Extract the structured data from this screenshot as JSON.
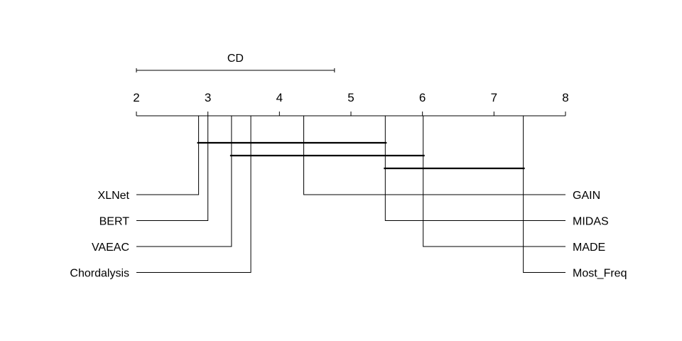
{
  "chart_data": {
    "type": "critical-difference-diagram",
    "axis": {
      "min": 2,
      "max": 8,
      "ticks": [
        2,
        3,
        4,
        5,
        6,
        7,
        8
      ],
      "tick_labels": [
        "2",
        "3",
        "4",
        "5",
        "6",
        "7",
        "8"
      ]
    },
    "cd": {
      "label": "CD",
      "start": 2,
      "end": 4.77
    },
    "methods": [
      {
        "name": "XLNet",
        "rank": 2.87,
        "side": "left"
      },
      {
        "name": "BERT",
        "rank": 3.0,
        "side": "left"
      },
      {
        "name": "VAEAC",
        "rank": 3.33,
        "side": "left"
      },
      {
        "name": "Chordalysis",
        "rank": 3.6,
        "side": "left"
      },
      {
        "name": "GAIN",
        "rank": 4.34,
        "side": "right"
      },
      {
        "name": "MIDAS",
        "rank": 5.48,
        "side": "right"
      },
      {
        "name": "MADE",
        "rank": 6.01,
        "side": "right"
      },
      {
        "name": "Most_Freq",
        "rank": 7.41,
        "side": "right"
      }
    ],
    "cliques": [
      {
        "from": 2.85,
        "to": 5.5
      },
      {
        "from": 3.31,
        "to": 6.03
      },
      {
        "from": 5.46,
        "to": 7.43
      }
    ]
  }
}
